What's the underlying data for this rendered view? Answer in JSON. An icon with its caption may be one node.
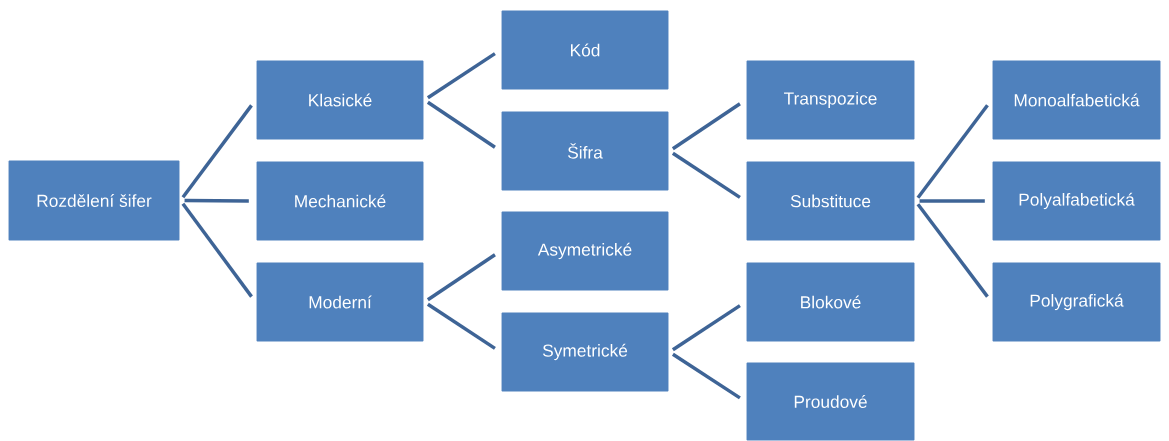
{
  "diagram": {
    "nodes": [
      {
        "text": [
          "Rozdělení šifer"
        ]
      },
      {
        "text": [
          "Klasické"
        ]
      },
      {
        "text": [
          "Mechanické"
        ]
      },
      {
        "text": [
          "Moderní"
        ]
      },
      {
        "text": [
          "Kód"
        ]
      },
      {
        "text": [
          "Šifra"
        ]
      },
      {
        "text": [
          "Asymetrické"
        ]
      },
      {
        "text": [
          "Symetrické"
        ]
      },
      {
        "text": [
          "Transpozice"
        ]
      },
      {
        "text": [
          "Substituce"
        ]
      },
      {
        "text": [
          "Blokové"
        ]
      },
      {
        "text": [
          "Proudové"
        ]
      },
      {
        "text": [
          "Monoalfabetická"
        ]
      },
      {
        "text": [
          "Polyalfabetická"
        ]
      },
      {
        "text": [
          "Polygrafická"
        ]
      }
    ],
    "edges": [
      {
        "from": 0,
        "to": 1,
        "arrow": "none"
      },
      {
        "from": 0,
        "to": 2,
        "arrow": "none"
      },
      {
        "from": 0,
        "to": 3,
        "arrow": "none"
      },
      {
        "from": 1,
        "to": 4,
        "arrow": "none"
      },
      {
        "from": 1,
        "to": 5,
        "arrow": "none"
      },
      {
        "from": 3,
        "to": 6,
        "arrow": "none"
      },
      {
        "from": 3,
        "to": 7,
        "arrow": "none"
      },
      {
        "from": 5,
        "to": 8,
        "arrow": "none"
      },
      {
        "from": 5,
        "to": 9,
        "arrow": "none"
      },
      {
        "from": 7,
        "to": 10,
        "arrow": "none"
      },
      {
        "from": 7,
        "to": 11,
        "arrow": "none"
      },
      {
        "from": 9,
        "to": 12,
        "arrow": "none"
      },
      {
        "from": 9,
        "to": 13,
        "arrow": "none"
      },
      {
        "from": 9,
        "to": 14,
        "arrow": "none"
      }
    ]
  }
}
